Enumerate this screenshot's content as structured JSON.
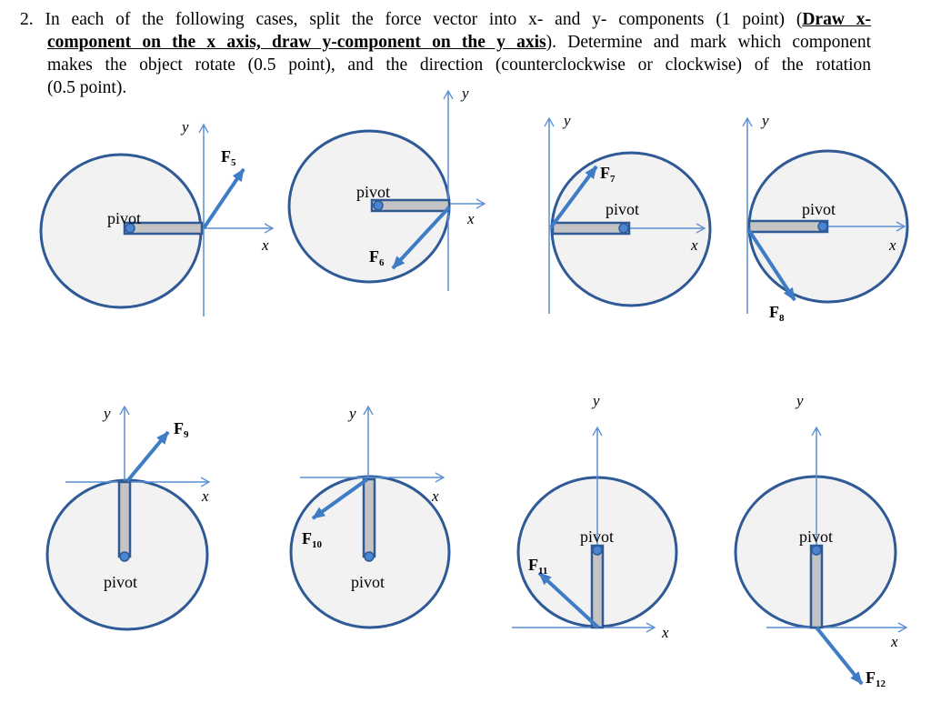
{
  "question": {
    "line1_text": "2. In each of the following cases, split the force vector into x- and y- components (1 point) (",
    "line1_bold": "Draw x-",
    "line2_bold": "component on the x axis, draw y-component on the y axis",
    "line2_text": "). Determine and mark which component",
    "line3_text": "makes the object rotate (0.5 point), and the direction (counterclockwise or clockwise) of the rotation",
    "line4_text": "(0.5 point)."
  },
  "colors": {
    "circle_stroke": "#2f5a96",
    "circle_fill": "#f2f2f2",
    "axis": "#5b8fd3",
    "force": "#3e7cc6",
    "rod_fill": "#c4c4c4"
  },
  "axis_labels": {
    "x": "x",
    "y": "y"
  },
  "pivot_label": "pivot",
  "diagrams": [
    {
      "force": {
        "base": "F",
        "sub": "5"
      }
    },
    {
      "force": {
        "base": "F",
        "sub": "6"
      }
    },
    {
      "force": {
        "base": "F",
        "sub": "7"
      }
    },
    {
      "force": {
        "base": "F",
        "sub": "8"
      }
    },
    {
      "force": {
        "base": "F",
        "sub": "9"
      }
    },
    {
      "force": {
        "base": "F",
        "sub": "10"
      }
    },
    {
      "force": {
        "base": "F",
        "sub": "11"
      }
    },
    {
      "force": {
        "base": "F",
        "sub": "12"
      }
    }
  ]
}
